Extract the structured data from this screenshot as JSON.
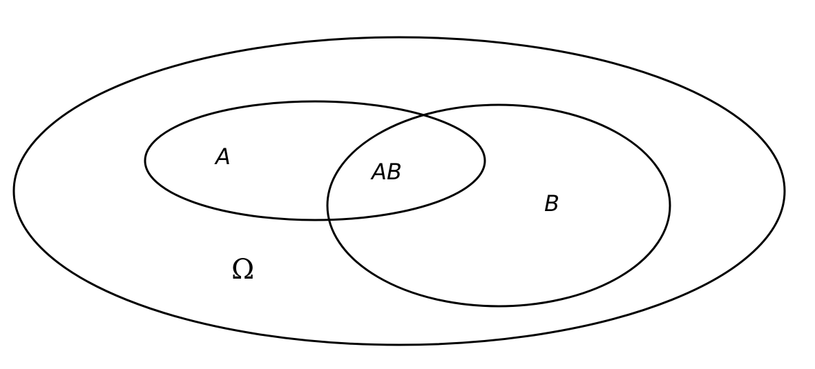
{
  "diagram": {
    "labels": {
      "universe": "Ω",
      "set_a": "A",
      "set_b": "B",
      "intersection": "AB"
    },
    "colors": {
      "stroke": "#000000",
      "background": "#ffffff"
    }
  }
}
